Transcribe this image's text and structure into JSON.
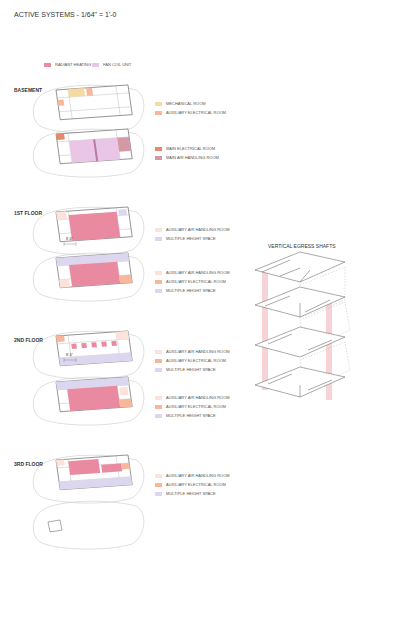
{
  "diagram": {
    "title": "ACTIVE SYSTEMS - 1/64\" = 1'-0",
    "labels": [
      "BASEMENT",
      "1ST FLOOR",
      "2ND FLOOR",
      "3RD FLOOR",
      "VERTICAL EGRESS SHAFTS",
      "8'-6\"",
      "8'-6\""
    ],
    "legend": [
      {
        "text": "RADIANT HEATING",
        "color": "#e98aa0"
      },
      {
        "text": "FAN COIL UNIT",
        "color": "#e9c6e6"
      },
      {
        "text": "MECHANICAL ROOM",
        "color": "#f6dba0"
      },
      {
        "text": "AUXILIARY ELECTRICAL ROOM",
        "color": "#f6b79b"
      },
      {
        "text": "MAIN ELECTRICAL ROOM",
        "color": "#e58a6c"
      },
      {
        "text": "MAIN AIR HANDLING ROOM",
        "color": "#d39aa6"
      },
      {
        "text": "AUXILIARY AIR HANDLING ROOM",
        "color": "#fbe2da"
      },
      {
        "text": "MULTIPLE HEIGHT SPACE",
        "color": "#dcd6ef"
      },
      {
        "text": "AUXILIARY AIR HANDLING ROOM",
        "color": "#fbe2da"
      },
      {
        "text": "AUXILIARY ELECTRICAL ROOM",
        "color": "#f6b79b"
      },
      {
        "text": "MULTIPLE HEIGHT SPACE",
        "color": "#dcd6ef"
      },
      {
        "text": "AUXILIARY AIR HANDLING ROOM",
        "color": "#fbe2da"
      },
      {
        "text": "AUXILIARY ELECTRICAL ROOM",
        "color": "#f6b79b"
      },
      {
        "text": "MULTIPLE HEIGHT SPACE",
        "color": "#dcd6ef"
      },
      {
        "text": "AUXILIARY AIR HANDLING ROOM",
        "color": "#fbe2da"
      },
      {
        "text": "AUXILIARY ELECTRICAL ROOM",
        "color": "#f6b79b"
      },
      {
        "text": "MULTIPLE HEIGHT SPACE",
        "color": "#dcd6ef"
      },
      {
        "text": "AUXILIARY AIR HANDLING ROOM",
        "color": "#fbe2da"
      },
      {
        "text": "AUXILIARY ELECTRICAL ROOM",
        "color": "#f6b79b"
      },
      {
        "text": "MULTIPLE HEIGHT SPACE",
        "color": "#dcd6ef"
      }
    ]
  }
}
